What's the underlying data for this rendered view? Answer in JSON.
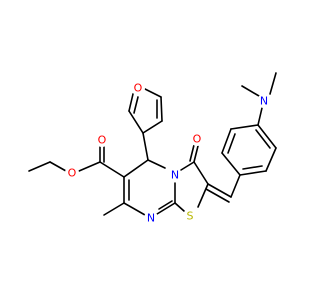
{
  "molecule": {
    "colors": {
      "carbon": "#000000",
      "oxygen": "#ff0000",
      "nitrogen": "#0000ff",
      "sulfur": "#b8b800"
    },
    "atoms": {
      "o_ester_carbonyl": "O",
      "o_ester_ether": "O",
      "o_furan": "O",
      "o_ketone": "O",
      "n_ring": "N",
      "n_imine": "N",
      "s_thiazole": "S",
      "n_dimethylamino": "N"
    }
  }
}
